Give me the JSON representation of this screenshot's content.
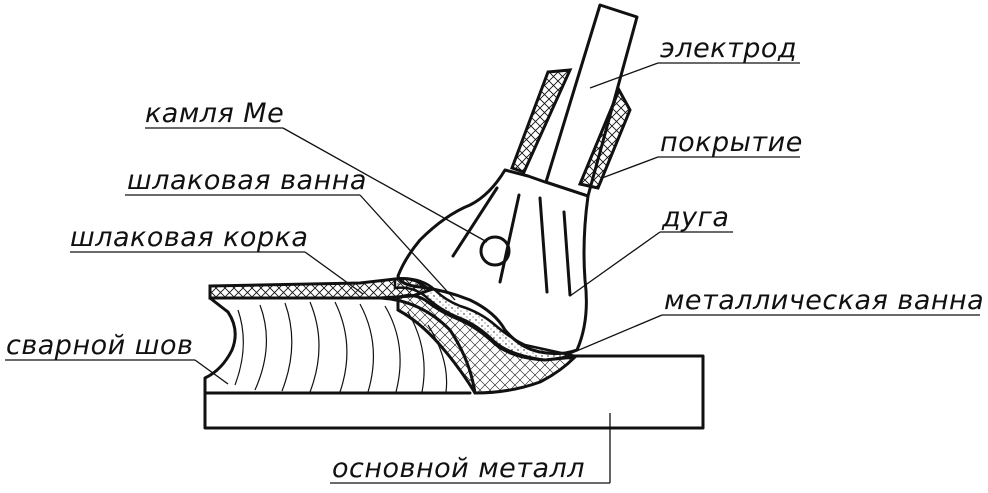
{
  "labels": {
    "electrode": "электрод",
    "coating": "покрытие",
    "arc": "дуга",
    "metal_pool": "металлическая ванна",
    "base_metal": "основной металл",
    "metal_droplet": "камля Ме",
    "slag_pool": "шлаковая ванна",
    "slag_crust": "шлаковая корка",
    "weld_seam": "сварной шов"
  },
  "colors": {
    "ink": "#111111",
    "background": "#ffffff"
  }
}
